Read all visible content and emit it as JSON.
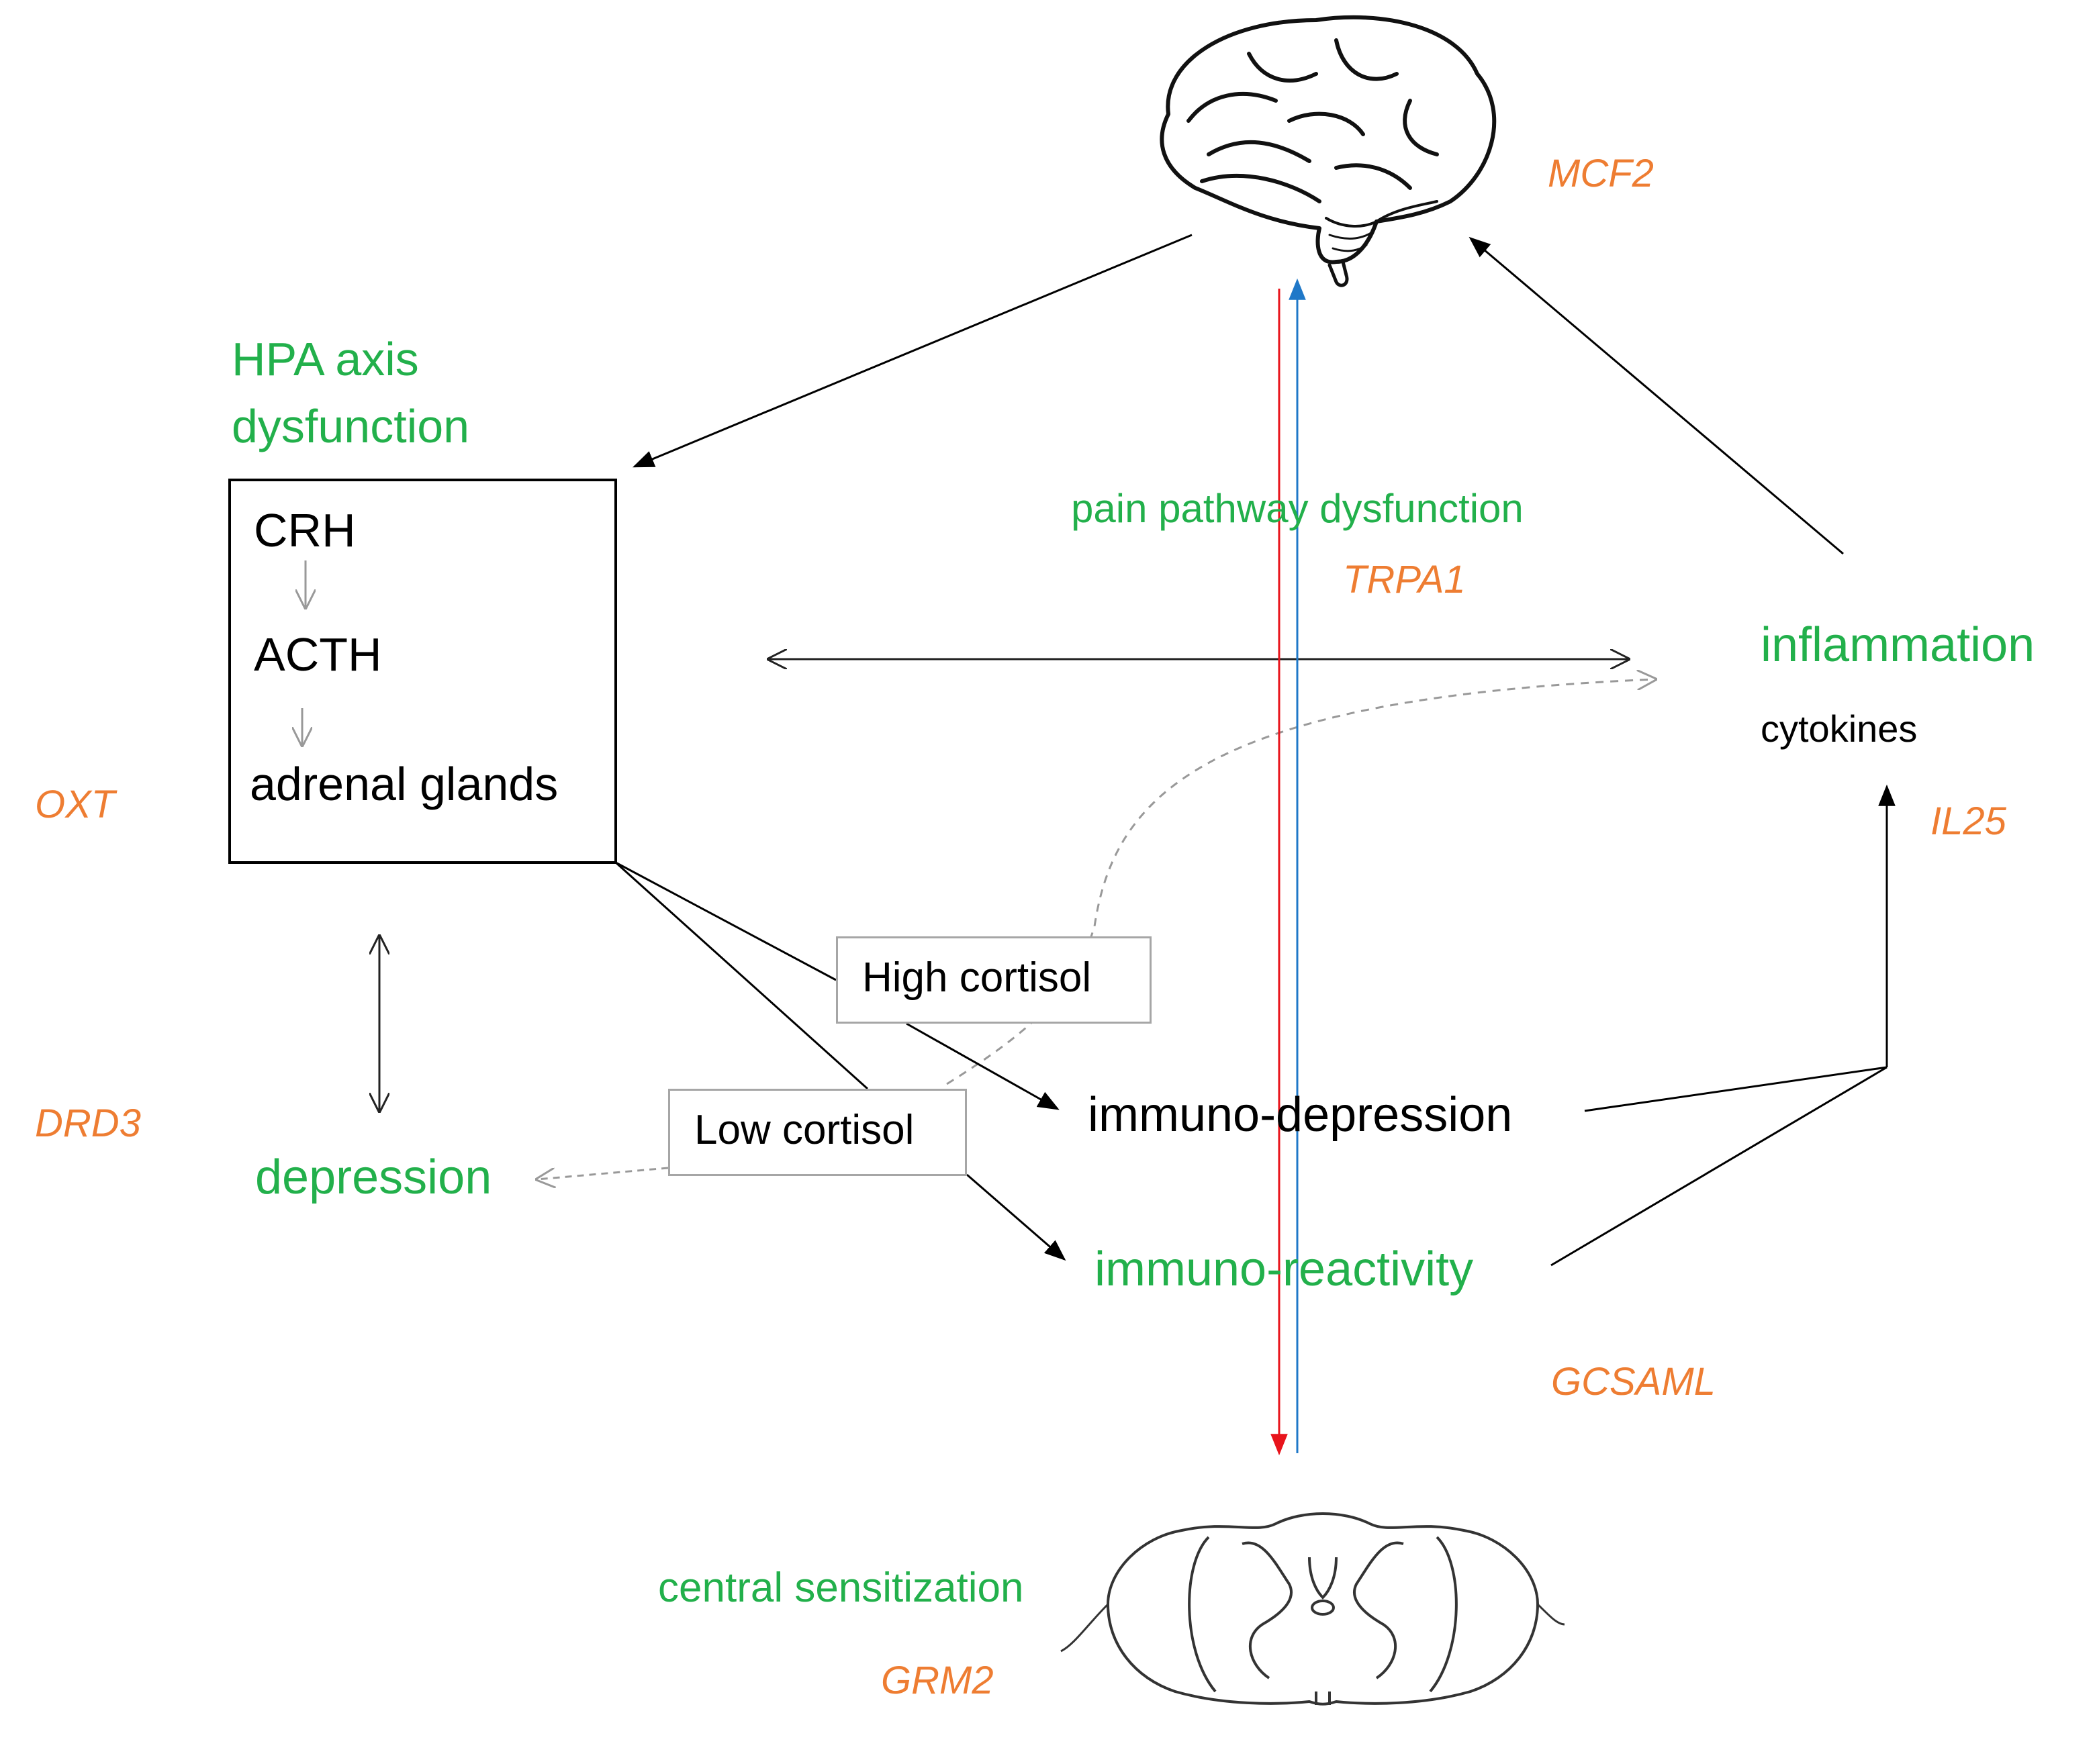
{
  "labels": {
    "hpa_axis": "HPA axis",
    "hpa_dysfunction": "dysfunction",
    "crh": "CRH",
    "acth": "ACTH",
    "adrenal_glands": "adrenal glands",
    "pain_pathway": "pain pathway dysfunction",
    "inflammation": "inflammation",
    "cytokines": "cytokines",
    "high_cortisol": "High cortisol",
    "low_cortisol": "Low cortisol",
    "immuno_depression": "immuno-depression",
    "immuno_reactivity": "immuno-reactivity",
    "depression": "depression",
    "central_sensitization": "central sensitization"
  },
  "genes": {
    "mcf2": "MCF2",
    "trpa1": "TRPA1",
    "oxt": "OXT",
    "il25": "IL25",
    "drd3": "DRD3",
    "gcsaml": "GCSAML",
    "grm2": "GRM2"
  },
  "colors": {
    "green": "#22b04b",
    "orange": "#ee7d32",
    "descending_pathway": "#e8141c",
    "ascending_pathway": "#1f78c8",
    "box_border_gray": "#a6a6a6"
  },
  "icons": {
    "brain": "brain-icon",
    "spinal_cord": "spinal-cord-cross-section-icon"
  }
}
